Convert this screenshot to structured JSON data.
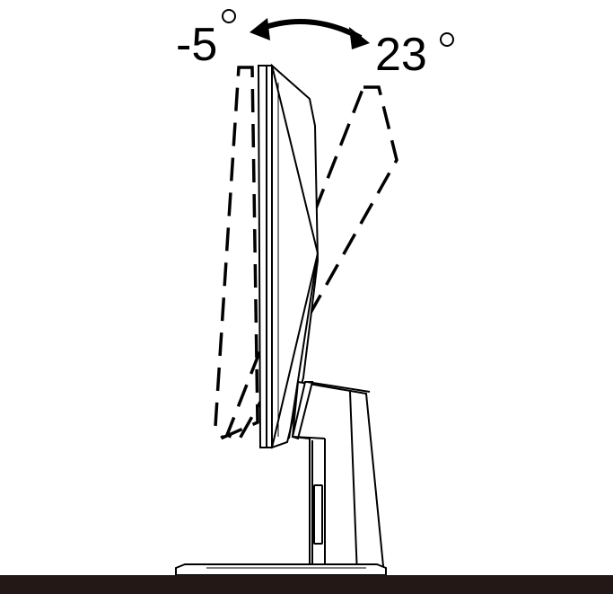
{
  "tilt": {
    "forward_angle": "-5",
    "backward_angle": "23",
    "degree_symbol": "°",
    "arrow": "double-headed-curved-arrow"
  },
  "colors": {
    "line": "#000000",
    "floor": "#231815",
    "background": "#ffffff"
  }
}
